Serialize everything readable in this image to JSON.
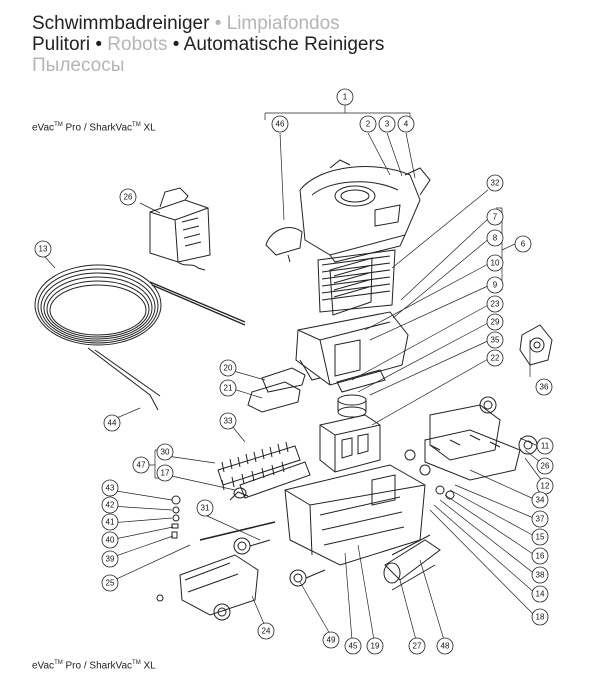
{
  "title": {
    "line1_dark": "Schwimmbadreiniger",
    "line1_sep": "•",
    "line1_light": "Limpiafondos",
    "line2_dark_a": "Pulitori",
    "line2_sep_a": "•",
    "line2_light": "Robots",
    "line2_sep_b": "•",
    "line2_dark_b": "Automatische Reinigers",
    "line3_light": "Пылесосы"
  },
  "model_top": {
    "a": "eVac",
    "tm1": "TM",
    "b": " Pro / SharkVac",
    "tm2": "TM",
    "c": " XL"
  },
  "model_bottom": {
    "a": "eVac",
    "tm1": "TM",
    "b": " Pro / SharkVac",
    "tm2": "TM",
    "c": " XL"
  },
  "callouts": {
    "c1": "1",
    "c2": "2",
    "c3": "3",
    "c4": "4",
    "c6": "6",
    "c7": "7",
    "c8": "8",
    "c9": "9",
    "c10": "10",
    "c11": "11",
    "c12": "12",
    "c13": "13",
    "c14": "14",
    "c15": "15",
    "c16": "16",
    "c17": "17",
    "c18": "18",
    "c19": "19",
    "c20": "20",
    "c21": "21",
    "c22": "22",
    "c23": "23",
    "c24": "24",
    "c25": "25",
    "c26a": "26",
    "c26b": "26",
    "c27": "27",
    "c29": "29",
    "c30": "30",
    "c31": "31",
    "c32": "32",
    "c33": "33",
    "c34": "34",
    "c35": "35",
    "c36": "36",
    "c37": "37",
    "c38": "38",
    "c39": "39",
    "c40": "40",
    "c41": "41",
    "c42": "42",
    "c43": "43",
    "c44": "44",
    "c45": "45",
    "c46": "46",
    "c47": "47",
    "c48": "48",
    "c49": "49"
  }
}
